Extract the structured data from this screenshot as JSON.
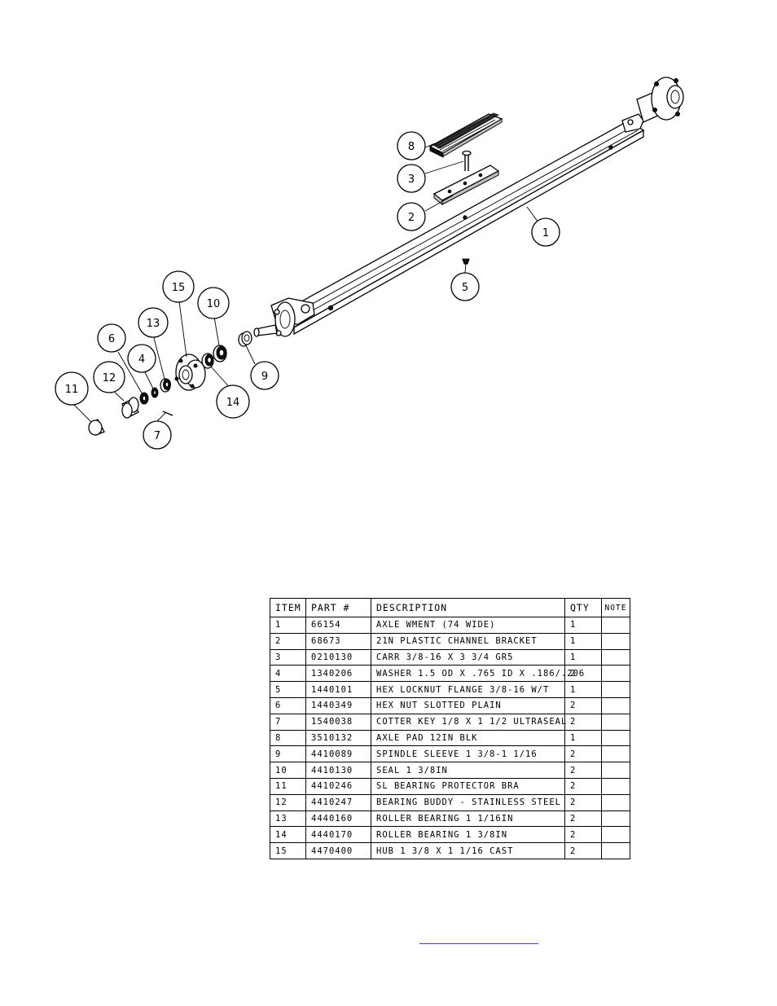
{
  "callouts": [
    "1",
    "2",
    "3",
    "4",
    "5",
    "6",
    "7",
    "8",
    "9",
    "10",
    "11",
    "12",
    "13",
    "14",
    "15"
  ],
  "table": {
    "headers": {
      "item": "ITEM",
      "part": "PART #",
      "description": "DESCRIPTION",
      "qty": "QTY",
      "note": "NOTE"
    },
    "rows": [
      {
        "item": "1",
        "part": "66154",
        "description": "AXLE WMENT (74 WIDE)",
        "qty": "1",
        "note": ""
      },
      {
        "item": "2",
        "part": "68673",
        "description": "21N PLASTIC CHANNEL BRACKET",
        "qty": "1",
        "note": ""
      },
      {
        "item": "3",
        "part": "0210130",
        "description": "CARR 3/8-16 X 3 3/4 GR5",
        "qty": "1",
        "note": ""
      },
      {
        "item": "4",
        "part": "1340206",
        "description": "WASHER 1.5 OD X .765 ID X .186/.206",
        "qty": "2",
        "note": ""
      },
      {
        "item": "5",
        "part": "1440101",
        "description": "HEX LOCKNUT FLANGE 3/8-16 W/T",
        "qty": "1",
        "note": ""
      },
      {
        "item": "6",
        "part": "1440349",
        "description": "HEX NUT SLOTTED PLAIN",
        "qty": "2",
        "note": ""
      },
      {
        "item": "7",
        "part": "1540038",
        "description": "COTTER KEY 1/8 X 1 1/2 ULTRASEAL",
        "qty": "2",
        "note": ""
      },
      {
        "item": "8",
        "part": "3510132",
        "description": "AXLE PAD 12IN  BLK",
        "qty": "1",
        "note": ""
      },
      {
        "item": "9",
        "part": "4410089",
        "description": "SPINDLE SLEEVE  1 3/8-1 1/16",
        "qty": "2",
        "note": ""
      },
      {
        "item": "10",
        "part": "4410130",
        "description": "SEAL  1 3/8IN",
        "qty": "2",
        "note": ""
      },
      {
        "item": "11",
        "part": "4410246",
        "description": "SL BEARING PROTECTOR BRA",
        "qty": "2",
        "note": ""
      },
      {
        "item": "12",
        "part": "4410247",
        "description": "BEARING BUDDY - STAINLESS STEEL",
        "qty": "2",
        "note": ""
      },
      {
        "item": "13",
        "part": "4440160",
        "description": "ROLLER BEARING   1 1/16IN",
        "qty": "2",
        "note": ""
      },
      {
        "item": "14",
        "part": "4440170",
        "description": "ROLLER BEARING   1 3/8IN",
        "qty": "2",
        "note": ""
      },
      {
        "item": "15",
        "part": "4470400",
        "description": "HUB  1 3/8 X 1 1/16 CAST",
        "qty": "2",
        "note": ""
      }
    ]
  }
}
